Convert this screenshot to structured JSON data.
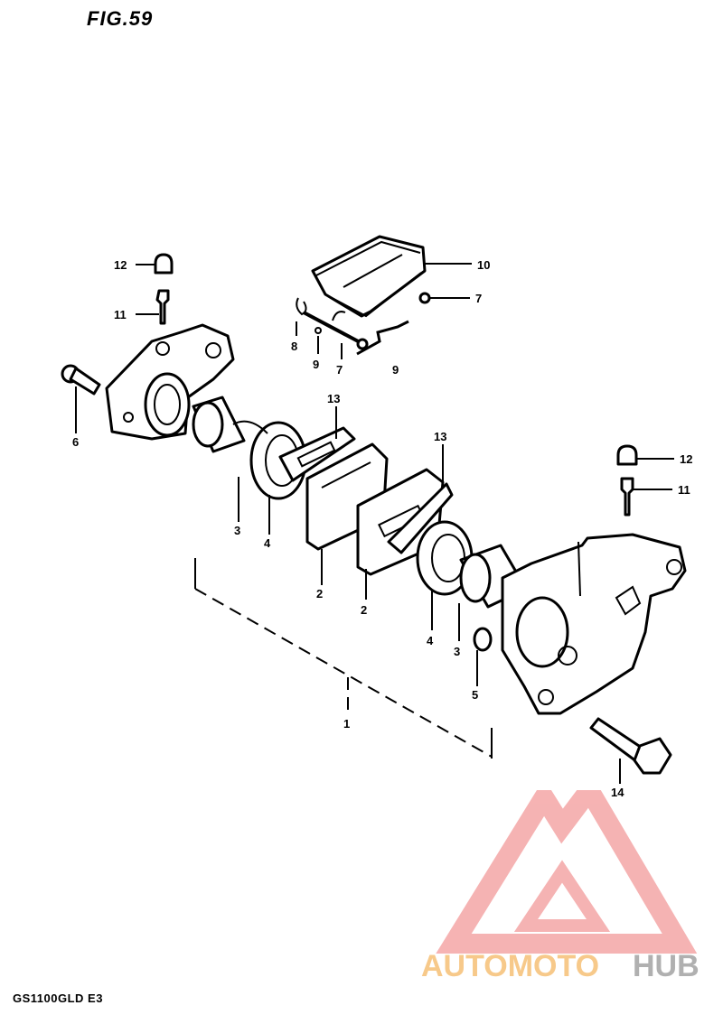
{
  "figure": {
    "title": "FIG.59",
    "model": "GS1100GLD E3"
  },
  "callouts": [
    {
      "id": "c12a",
      "label": "12"
    },
    {
      "id": "c11a",
      "label": "11"
    },
    {
      "id": "c10",
      "label": "10"
    },
    {
      "id": "c7a",
      "label": "7"
    },
    {
      "id": "c8",
      "label": "8"
    },
    {
      "id": "c9a",
      "label": "9"
    },
    {
      "id": "c7b",
      "label": "7"
    },
    {
      "id": "c9b",
      "label": "9"
    },
    {
      "id": "c6",
      "label": "6"
    },
    {
      "id": "c13a",
      "label": "13"
    },
    {
      "id": "c13b",
      "label": "13"
    },
    {
      "id": "c12b",
      "label": "12"
    },
    {
      "id": "c11b",
      "label": "11"
    },
    {
      "id": "c3a",
      "label": "3"
    },
    {
      "id": "c4a",
      "label": "4"
    },
    {
      "id": "c2a",
      "label": "2"
    },
    {
      "id": "c2b",
      "label": "2"
    },
    {
      "id": "c4b",
      "label": "4"
    },
    {
      "id": "c3b",
      "label": "3"
    },
    {
      "id": "c5",
      "label": "5"
    },
    {
      "id": "c1",
      "label": "1"
    },
    {
      "id": "c14",
      "label": "14"
    }
  ],
  "watermark": {
    "text_left": "AUTOMOTO",
    "text_right": "HUB",
    "colors": {
      "triangle": "#f4a6a6",
      "text_left": "#f7c98a",
      "text_right": "#b0b0b0"
    }
  }
}
